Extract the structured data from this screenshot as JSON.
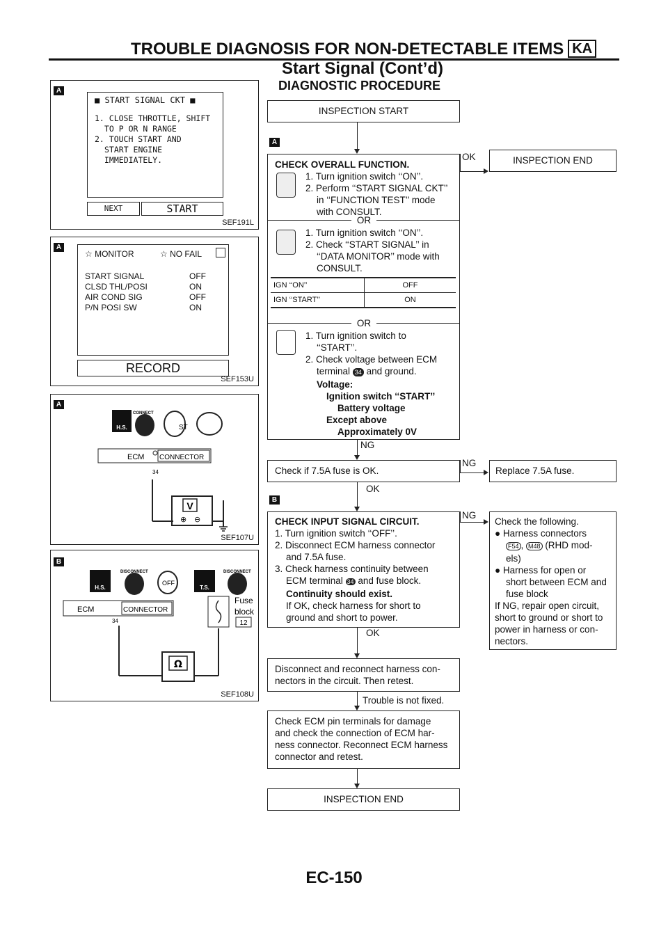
{
  "header": {
    "title": "TROUBLE DIAGNOSIS FOR NON-DETECTABLE ITEMS",
    "badge": "KA",
    "subtitle": "Start Signal (Cont’d)"
  },
  "section_title": "DIAGNOSTIC PROCEDURE",
  "tags": {
    "a": "A",
    "b": "B"
  },
  "figures": {
    "fig1": {
      "id": "SEF191L",
      "title": "START SIGNAL CKT",
      "lines": [
        "1. CLOSE THROTTLE, SHIFT",
        "TO P OR N RANGE",
        "2. TOUCH START AND",
        "START ENGINE",
        "IMMEDIATELY."
      ],
      "btn_next": "NEXT",
      "btn_start": "START"
    },
    "fig2": {
      "id": "SEF153U",
      "header_left": "MONITOR",
      "header_right": "NO FAIL",
      "rows": [
        {
          "name": "START SIGNAL",
          "value": "OFF"
        },
        {
          "name": "CLSD THL/POSI",
          "value": "ON"
        },
        {
          "name": "AIR COND SIG",
          "value": "OFF"
        },
        {
          "name": "P/N POSI SW",
          "value": "ON"
        }
      ],
      "record": "RECORD"
    },
    "fig3": {
      "id": "SEF107U",
      "hs": "H.S.",
      "connect": "CONNECT",
      "st": "ST",
      "ecm": "ECM",
      "connector": "CONNECTOR",
      "pin": "34",
      "meter": "V",
      "plus": "⊕",
      "minus": "⊖"
    },
    "fig4": {
      "id": "SEF108U",
      "hs": "H.S.",
      "ts": "T.S.",
      "disconnect": "DISCONNECT",
      "off": "OFF",
      "ecm": "ECM",
      "connector": "CONNECTOR",
      "pin": "34",
      "fuse_l1": "Fuse",
      "fuse_l2": "block",
      "fuse_no": "12",
      "meter": "Ω"
    }
  },
  "flow": {
    "start": "INSPECTION START",
    "overall": {
      "title": "CHECK OVERALL FUNCTION.",
      "m1": [
        "1. Turn ignition switch ‘‘ON’’.",
        "2. Perform ‘‘START SIGNAL CKT’’",
        "in ‘‘FUNCTION TEST’’ mode",
        "with CONSULT."
      ],
      "or1": "OR",
      "m2": [
        "1. Turn ignition switch ‘‘ON’’.",
        "2. Check ‘‘START SIGNAL’’ in",
        "‘‘DATA MONITOR’’ mode with",
        "CONSULT."
      ],
      "table": [
        {
          "cond": "IGN ‘‘ON’’",
          "val": "OFF"
        },
        {
          "cond": "IGN ‘‘START’’",
          "val": "ON"
        }
      ],
      "or2": "OR",
      "m3": [
        "1. Turn ignition switch to",
        "‘‘START’’.",
        "2. Check voltage between ECM",
        "terminal"
      ],
      "m3_term": "34",
      "m3_tail": "and ground.",
      "voltage": "Voltage:",
      "v1": "Ignition switch ‘‘START’’",
      "v2": "Battery voltage",
      "v3": "Except above",
      "v4": "Approximately 0V"
    },
    "ok1": "OK",
    "end1": "INSPECTION END",
    "ng1": "NG",
    "fuse_check": "Check if 7.5A fuse is OK.",
    "ng2": "NG",
    "replace": "Replace 7.5A fuse.",
    "ok2": "OK",
    "input": {
      "title": "CHECK INPUT SIGNAL CIRCUIT.",
      "lines": [
        "1. Turn ignition switch ‘‘OFF’’.",
        "2. Disconnect ECM harness connector",
        "and 7.5A fuse.",
        "3. Check harness continuity between",
        "ECM terminal"
      ],
      "term": "34",
      "term_tail": "and fuse block.",
      "cont": "Continuity should exist.",
      "note1": "If OK, check harness for short to",
      "note2": "ground and short to power."
    },
    "ng3": "NG",
    "following": {
      "l1": "Check the following.",
      "b1": "Harness connectors",
      "c1": "F54",
      "c2": "M48",
      "rhd": "(RHD mod-",
      "els": "els)",
      "b2": [
        "Harness for open or",
        "short between ECM and",
        "fuse block"
      ],
      "tail": [
        "If NG, repair open circuit,",
        "short to ground or short to",
        "power in harness or con-",
        "nectors."
      ]
    },
    "ok3": "OK",
    "reconnect": [
      "Disconnect and reconnect harness con-",
      "nectors in the circuit. Then retest."
    ],
    "not_fixed": "Trouble is not fixed.",
    "pins": [
      "Check ECM pin terminals for damage",
      "and check the connection of ECM har-",
      "ness connector. Reconnect ECM harness",
      "connector and retest."
    ],
    "end2": "INSPECTION END"
  },
  "page_number": "EC-150"
}
